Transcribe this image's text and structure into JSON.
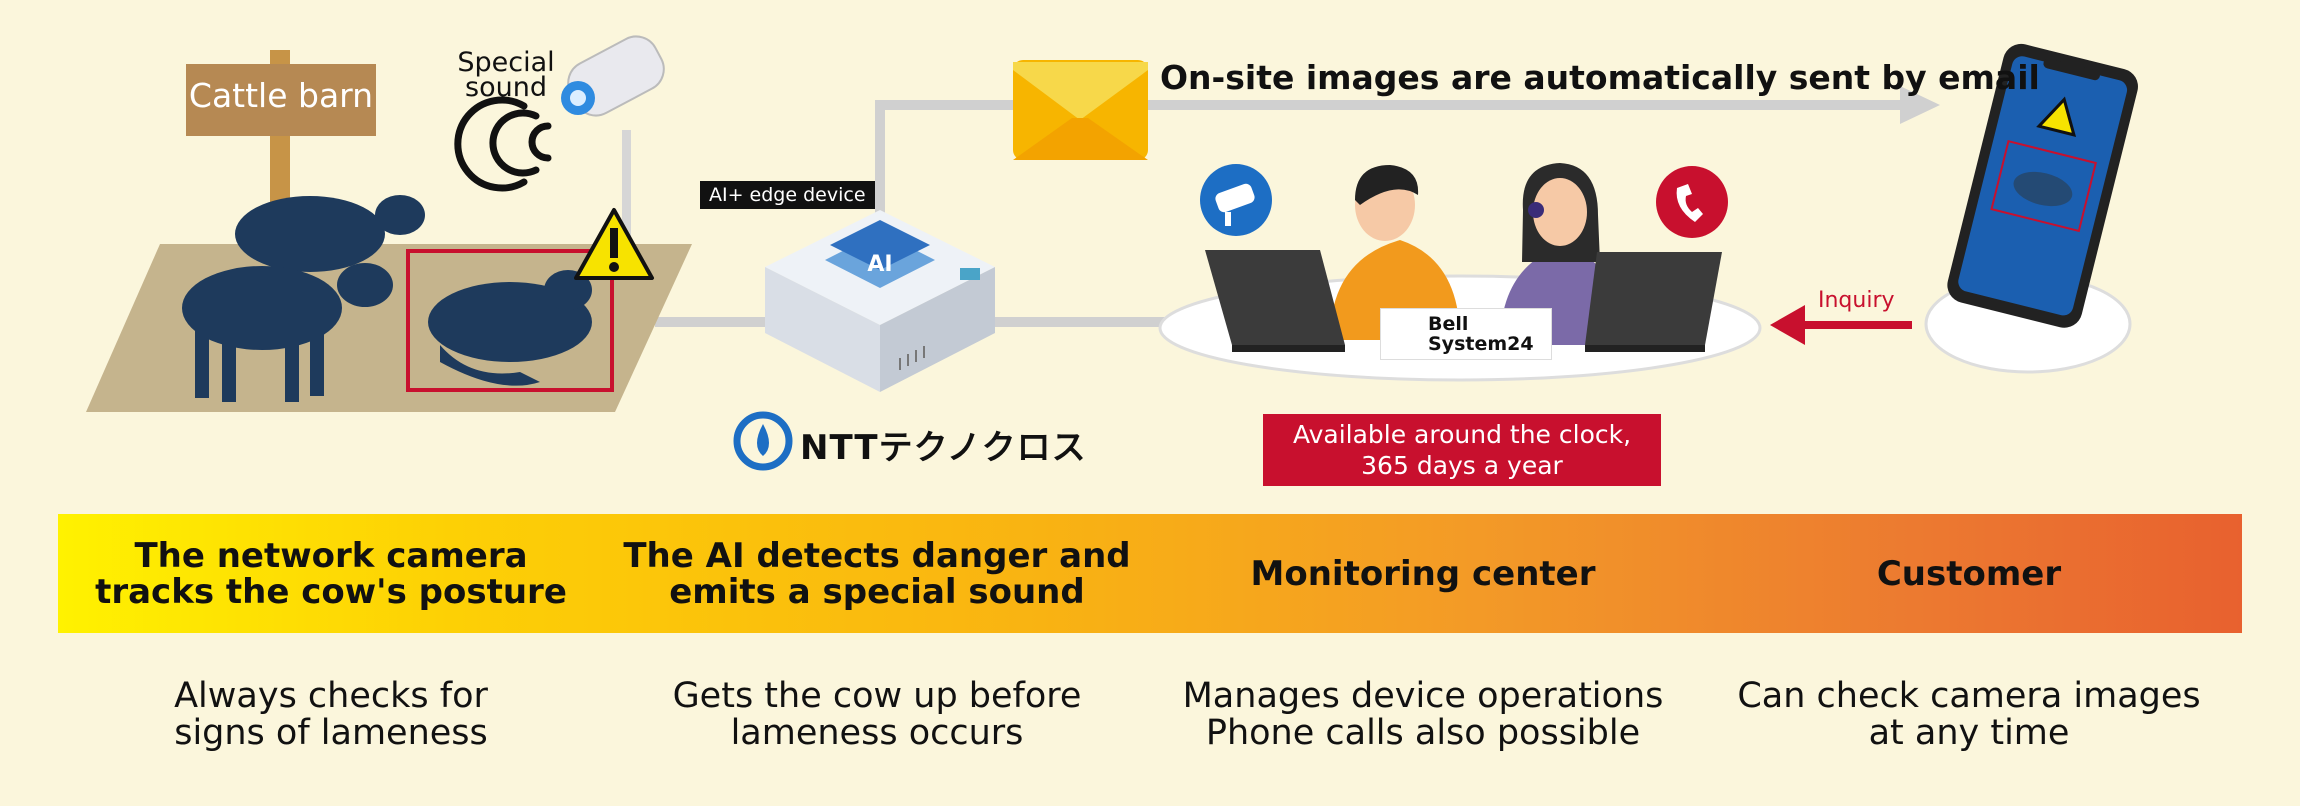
{
  "scene": {
    "barn_sign": "Cattle barn",
    "special_sound": "Special\nsound",
    "edge_device_tag": "AI+ edge device",
    "ai_chip_label": "AI",
    "email_message": "On-site images are automatically sent by email",
    "vendor_logo": "NTTテクノクロス",
    "bell_logo": "Bell\nSystem24",
    "availability": "Available around the clock,\n365 days a year",
    "inquiry": "Inquiry"
  },
  "stages": [
    {
      "title": "The network camera\ntracks the cow's posture",
      "description": "Always checks for\nsigns of lameness"
    },
    {
      "title": "The AI detects danger and\nemits a special sound",
      "description": "Gets the cow up before\nlameness occurs"
    },
    {
      "title": "Monitoring center",
      "description": "Manages device operations\nPhone calls also possible"
    },
    {
      "title": "Customer",
      "description": "Can check camera images\nat any time"
    }
  ],
  "colors": {
    "background": "#fbf6dc",
    "alert_red": "#c8102e",
    "cow_blue": "#1e3a5c",
    "connector_gray": "#d0d0d0",
    "band_start": "#fff200",
    "band_end": "#e8612f"
  }
}
